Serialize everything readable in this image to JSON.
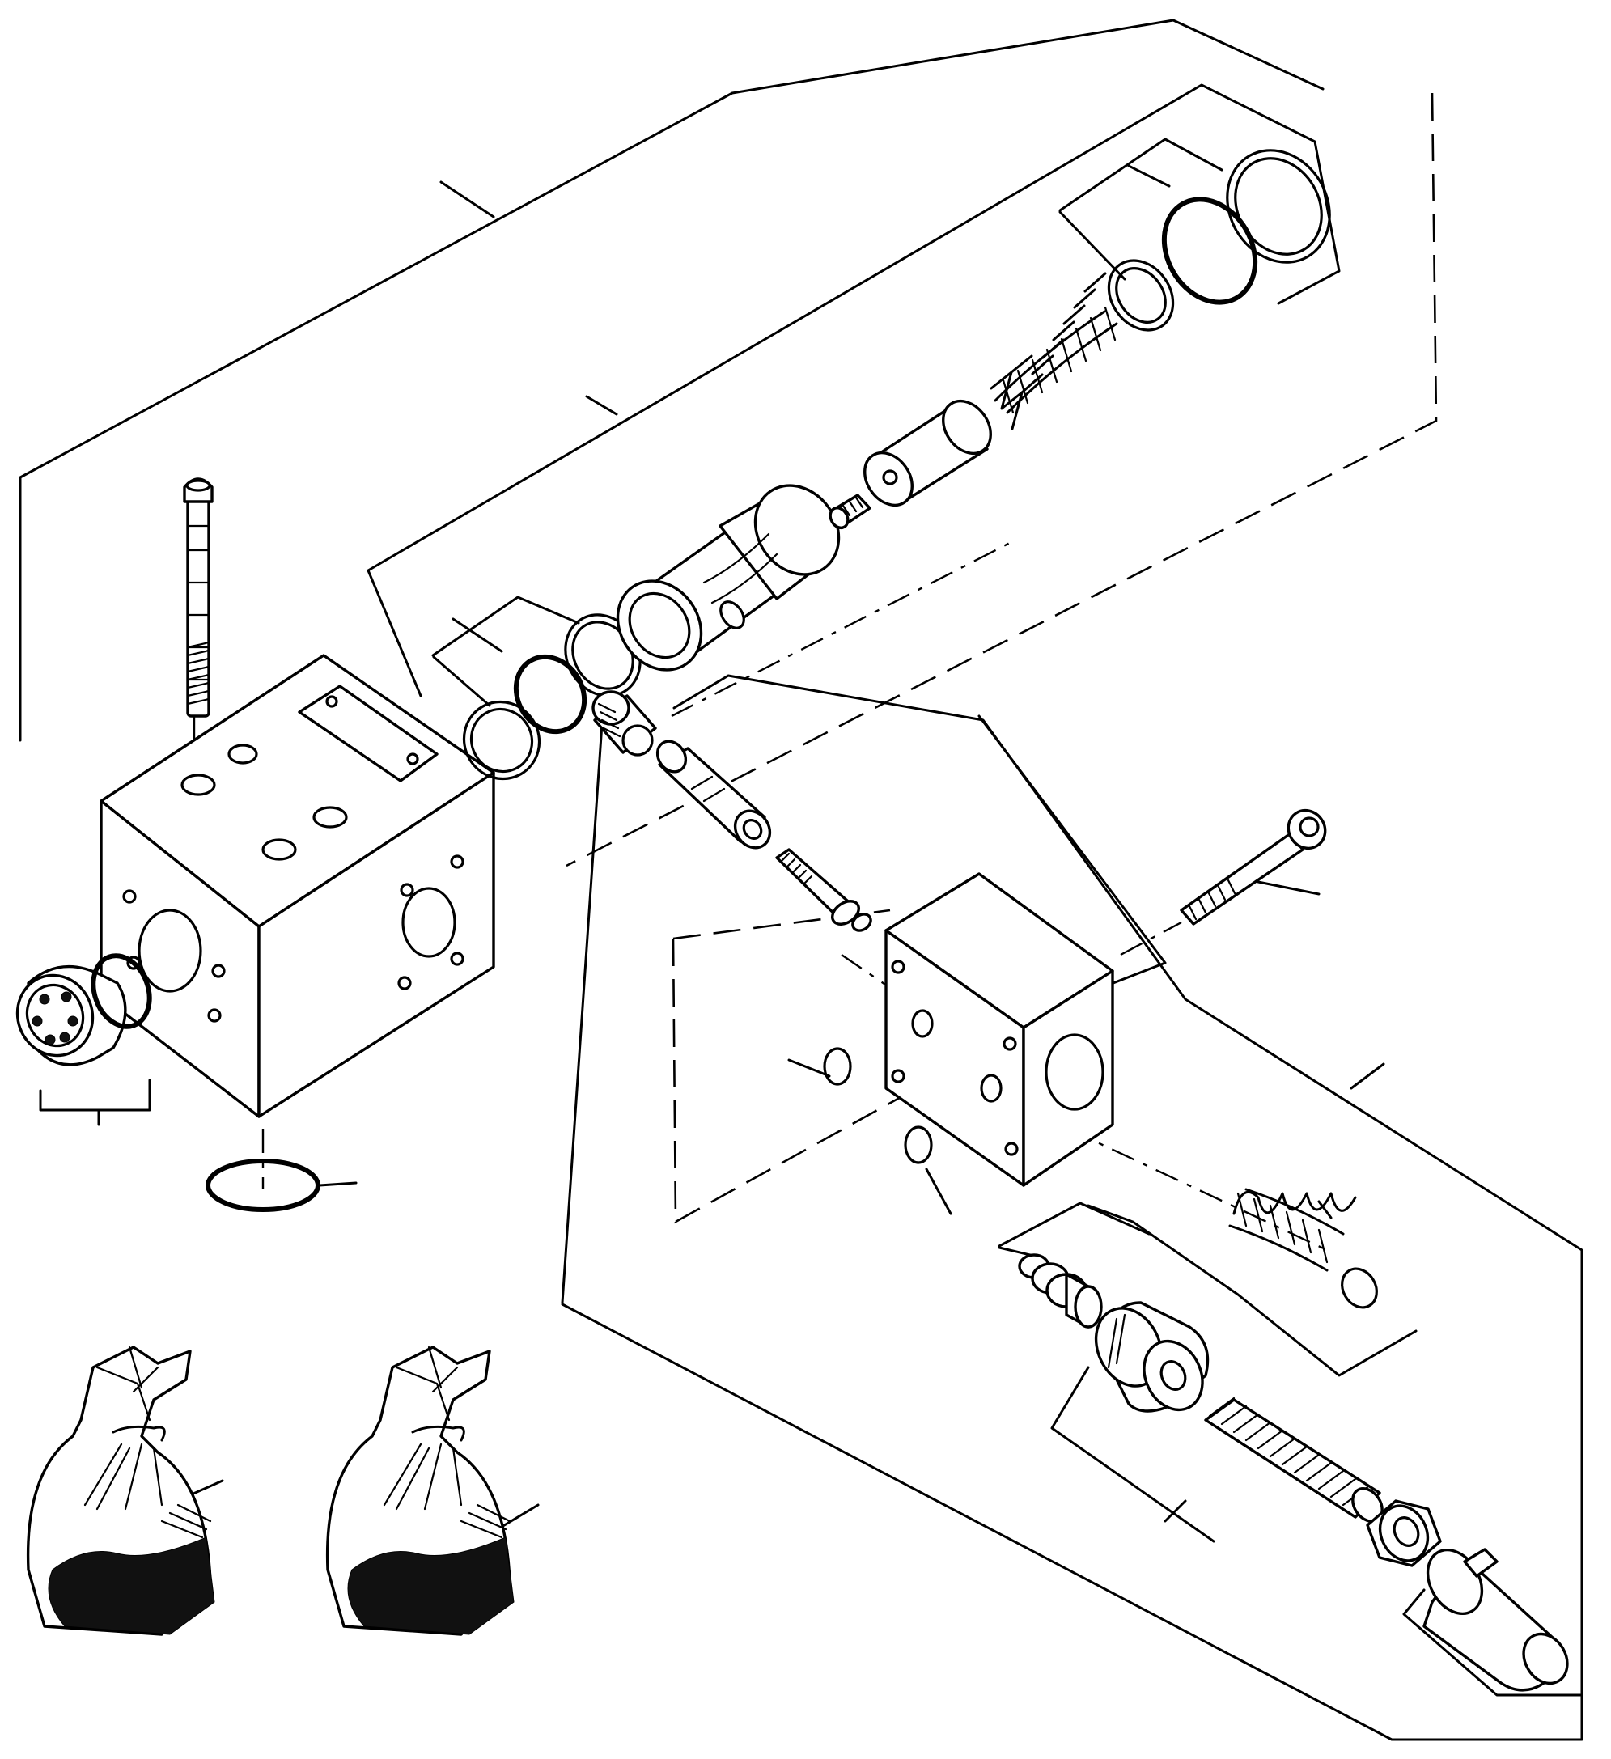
{
  "diagram": {
    "kind": "exploded-parts-view",
    "colors": {
      "ink": "#000000",
      "paper": "#ffffff"
    },
    "parts": [
      "valve-body",
      "long-cap-screw",
      "body-o-ring",
      "side-plug",
      "side-plug-o-ring",
      "cartridge-sleeve",
      "backup-ring",
      "sleeve-o-ring",
      "poppet",
      "pilot-spring",
      "spring-cap",
      "retainer-ring",
      "large-o-ring",
      "large-backup-ring",
      "orifice-insert",
      "spool",
      "pilot-needle",
      "pilot-block",
      "pilot-block-screw",
      "small-o-ring",
      "adjuster-spring",
      "adjuster-seat",
      "lock-nut-fitting",
      "adjusting-screw",
      "jam-nut",
      "acorn-cap",
      "parts-bag-1",
      "parts-bag-2"
    ]
  }
}
